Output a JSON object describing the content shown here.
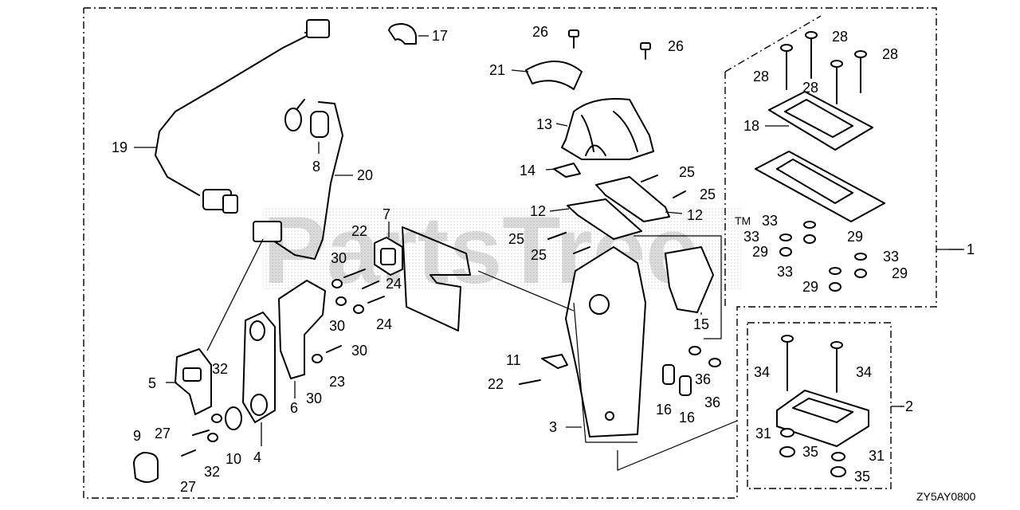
{
  "watermark": "PartsTree",
  "watermark_tm": "TM",
  "diagram_code": "ZY5AY0800",
  "callouts": {
    "c1": "1",
    "c2": "2",
    "c3": "3",
    "c4": "4",
    "c5": "5",
    "c6": "6",
    "c7": "7",
    "c8": "8",
    "c9": "9",
    "c10": "10",
    "c11": "11",
    "c12a": "12",
    "c12b": "12",
    "c13": "13",
    "c14": "14",
    "c15": "15",
    "c16a": "16",
    "c16b": "16",
    "c17": "17",
    "c18": "18",
    "c19": "19",
    "c20": "20",
    "c21": "21",
    "c22a": "22",
    "c22b": "22",
    "c23": "23",
    "c24a": "24",
    "c24b": "24",
    "c25a": "25",
    "c25b": "25",
    "c25c": "25",
    "c25d": "25",
    "c26a": "26",
    "c26b": "26",
    "c27a": "27",
    "c27b": "27",
    "c28a": "28",
    "c28b": "28",
    "c28c": "28",
    "c28d": "28",
    "c29a": "29",
    "c29b": "29",
    "c29c": "29",
    "c29d": "29",
    "c30a": "30",
    "c30b": "30",
    "c30c": "30",
    "c30d": "30",
    "c31a": "31",
    "c31b": "31",
    "c32a": "32",
    "c32b": "32",
    "c33a": "33",
    "c33b": "33",
    "c33c": "33",
    "c33d": "33",
    "c34a": "34",
    "c34b": "34",
    "c35a": "35",
    "c35b": "35",
    "c36a": "36",
    "c36b": "36"
  }
}
